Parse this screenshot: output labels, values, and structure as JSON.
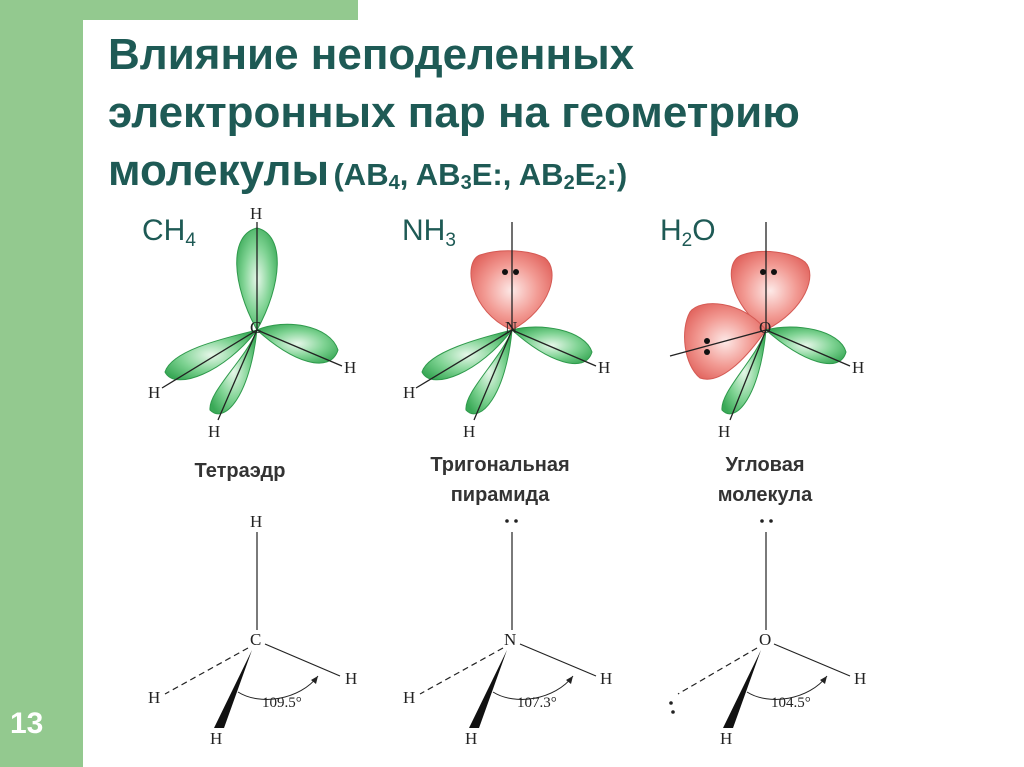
{
  "slide": {
    "number": "13"
  },
  "title": {
    "line1": "Влияние неподеленных",
    "line2": "электронных пар на геометрию",
    "line3": "молекулы",
    "formulas_open": "(AB",
    "sub_ab4": "4",
    "comma1": ", AB",
    "sub_ab3": "3",
    "e_colon": "E:, AB",
    "sub_ab2": "2",
    "e_label": "E",
    "sub_e2": "2",
    "formulas_close": ":)"
  },
  "molecules": [
    {
      "formula_main": "CH",
      "formula_sub": "4",
      "formula_tail": "",
      "central_atom": "C",
      "geometry": [
        "Тетраэдр"
      ],
      "angle": "109.5°"
    },
    {
      "formula_main": "NH",
      "formula_sub": "3",
      "formula_tail": "",
      "central_atom": "N",
      "geometry": [
        "Тригональная",
        "пирамида"
      ],
      "angle": "107.3°"
    },
    {
      "formula_main": "H",
      "formula_sub": "2",
      "formula_tail": "O",
      "central_atom": "O",
      "geometry": [
        "Угловая",
        "молекула"
      ],
      "angle": "104.5°"
    }
  ],
  "atom_labels": {
    "hydrogen": "H"
  },
  "colors": {
    "bond_orbital": "#4fbf6a",
    "lone_pair_orbital": "#ef7f78",
    "accent": "#93c98f",
    "title": "#1e5a55"
  }
}
